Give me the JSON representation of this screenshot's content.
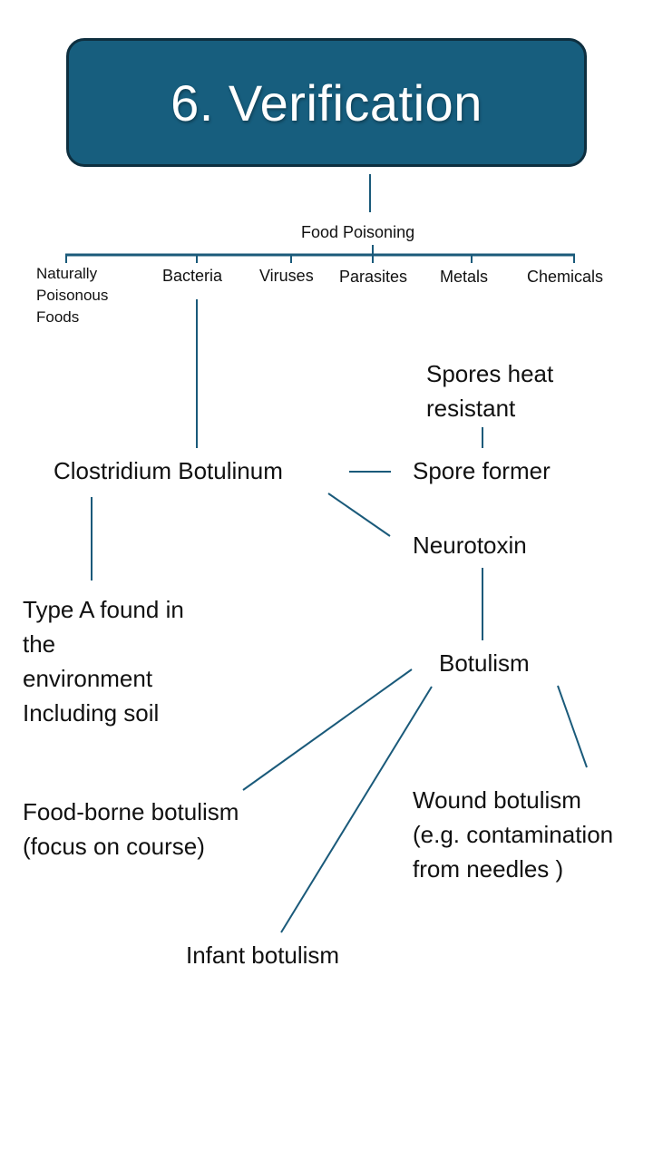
{
  "title": "6. Verification",
  "colors": {
    "title_bg": "#175e7e",
    "title_border": "#0e2f3f",
    "connector": "#1a5a7a"
  },
  "food_poisoning": {
    "label": "Food Poisoning",
    "categories": [
      {
        "id": "naturally",
        "label": "Naturally\nPoisonous\nFoods"
      },
      {
        "id": "bacteria",
        "label": "Bacteria"
      },
      {
        "id": "viruses",
        "label": "Viruses"
      },
      {
        "id": "parasites",
        "label": "Parasites"
      },
      {
        "id": "metals",
        "label": "Metals"
      },
      {
        "id": "chemicals",
        "label": "Chemicals"
      }
    ]
  },
  "nodes": {
    "spores_heat": "Spores heat\nresistant",
    "clostridium": "Clostridium Botulinum",
    "spore_former": "Spore former",
    "neurotoxin": "Neurotoxin",
    "type_a": "Type A found in\nthe\nenvironment\nIncluding soil",
    "botulism": "Botulism",
    "foodborne": "Food-borne botulism\n(focus on course)",
    "wound": "Wound botulism\n(e.g. contamination\nfrom needles )",
    "infant": "Infant botulism"
  }
}
